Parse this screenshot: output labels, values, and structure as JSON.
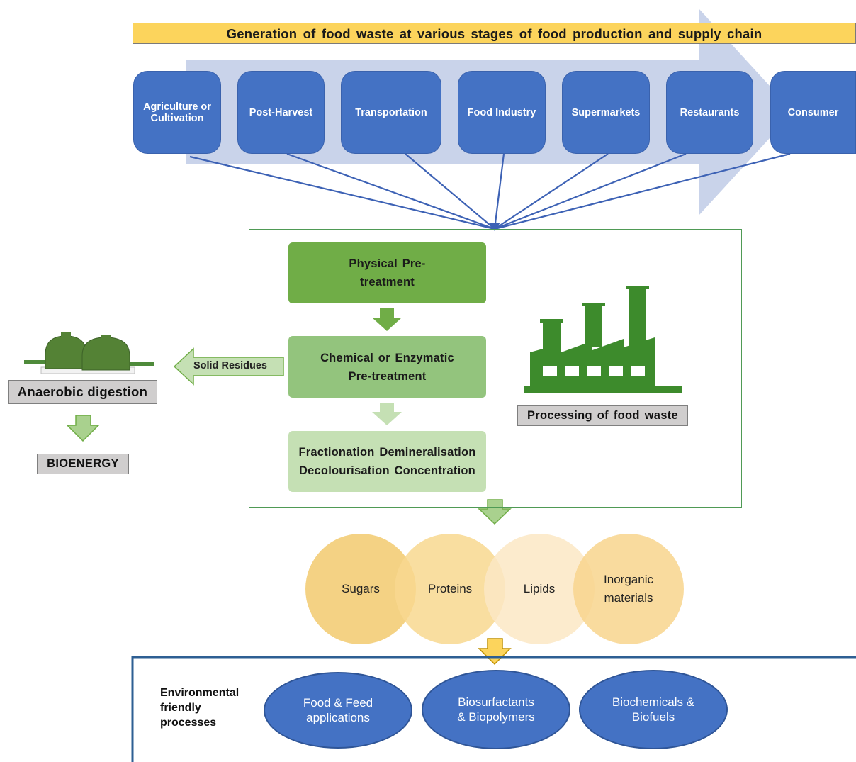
{
  "banner": {
    "text": "Generation of food waste at various stages of food production and supply chain"
  },
  "stages": [
    "Agriculture or Cultivation",
    "Post-Harvest",
    "Transportation",
    "Food Industry",
    "Supermarkets",
    "Restaurants",
    "Consumer"
  ],
  "processing": {
    "step1": "Physical Pre-treatment",
    "step2": "Chemical or Enzymatic Pre-treatment",
    "step3": "Fractionation Demineralisation Decolourisation Concentration",
    "factory_label": "Processing of food waste"
  },
  "side": {
    "solid_residues": "Solid Residues",
    "anaerobic": "Anaerobic digestion",
    "bioenergy": "BIOENERGY"
  },
  "components": [
    "Sugars",
    "Proteins",
    "Lipids",
    "Inorganic materials"
  ],
  "products": {
    "label": "Environmental friendly processes",
    "items": [
      "Food & Feed applications",
      "Biosurfactants & Biopolymers",
      "Biochemicals & Biofuels"
    ]
  },
  "colors": {
    "stage_blue": "#4472c4",
    "banner_yellow": "#fcd45c",
    "green_dark": "#70ad47",
    "green_mid": "#93c47d",
    "green_light": "#c5e0b4"
  }
}
